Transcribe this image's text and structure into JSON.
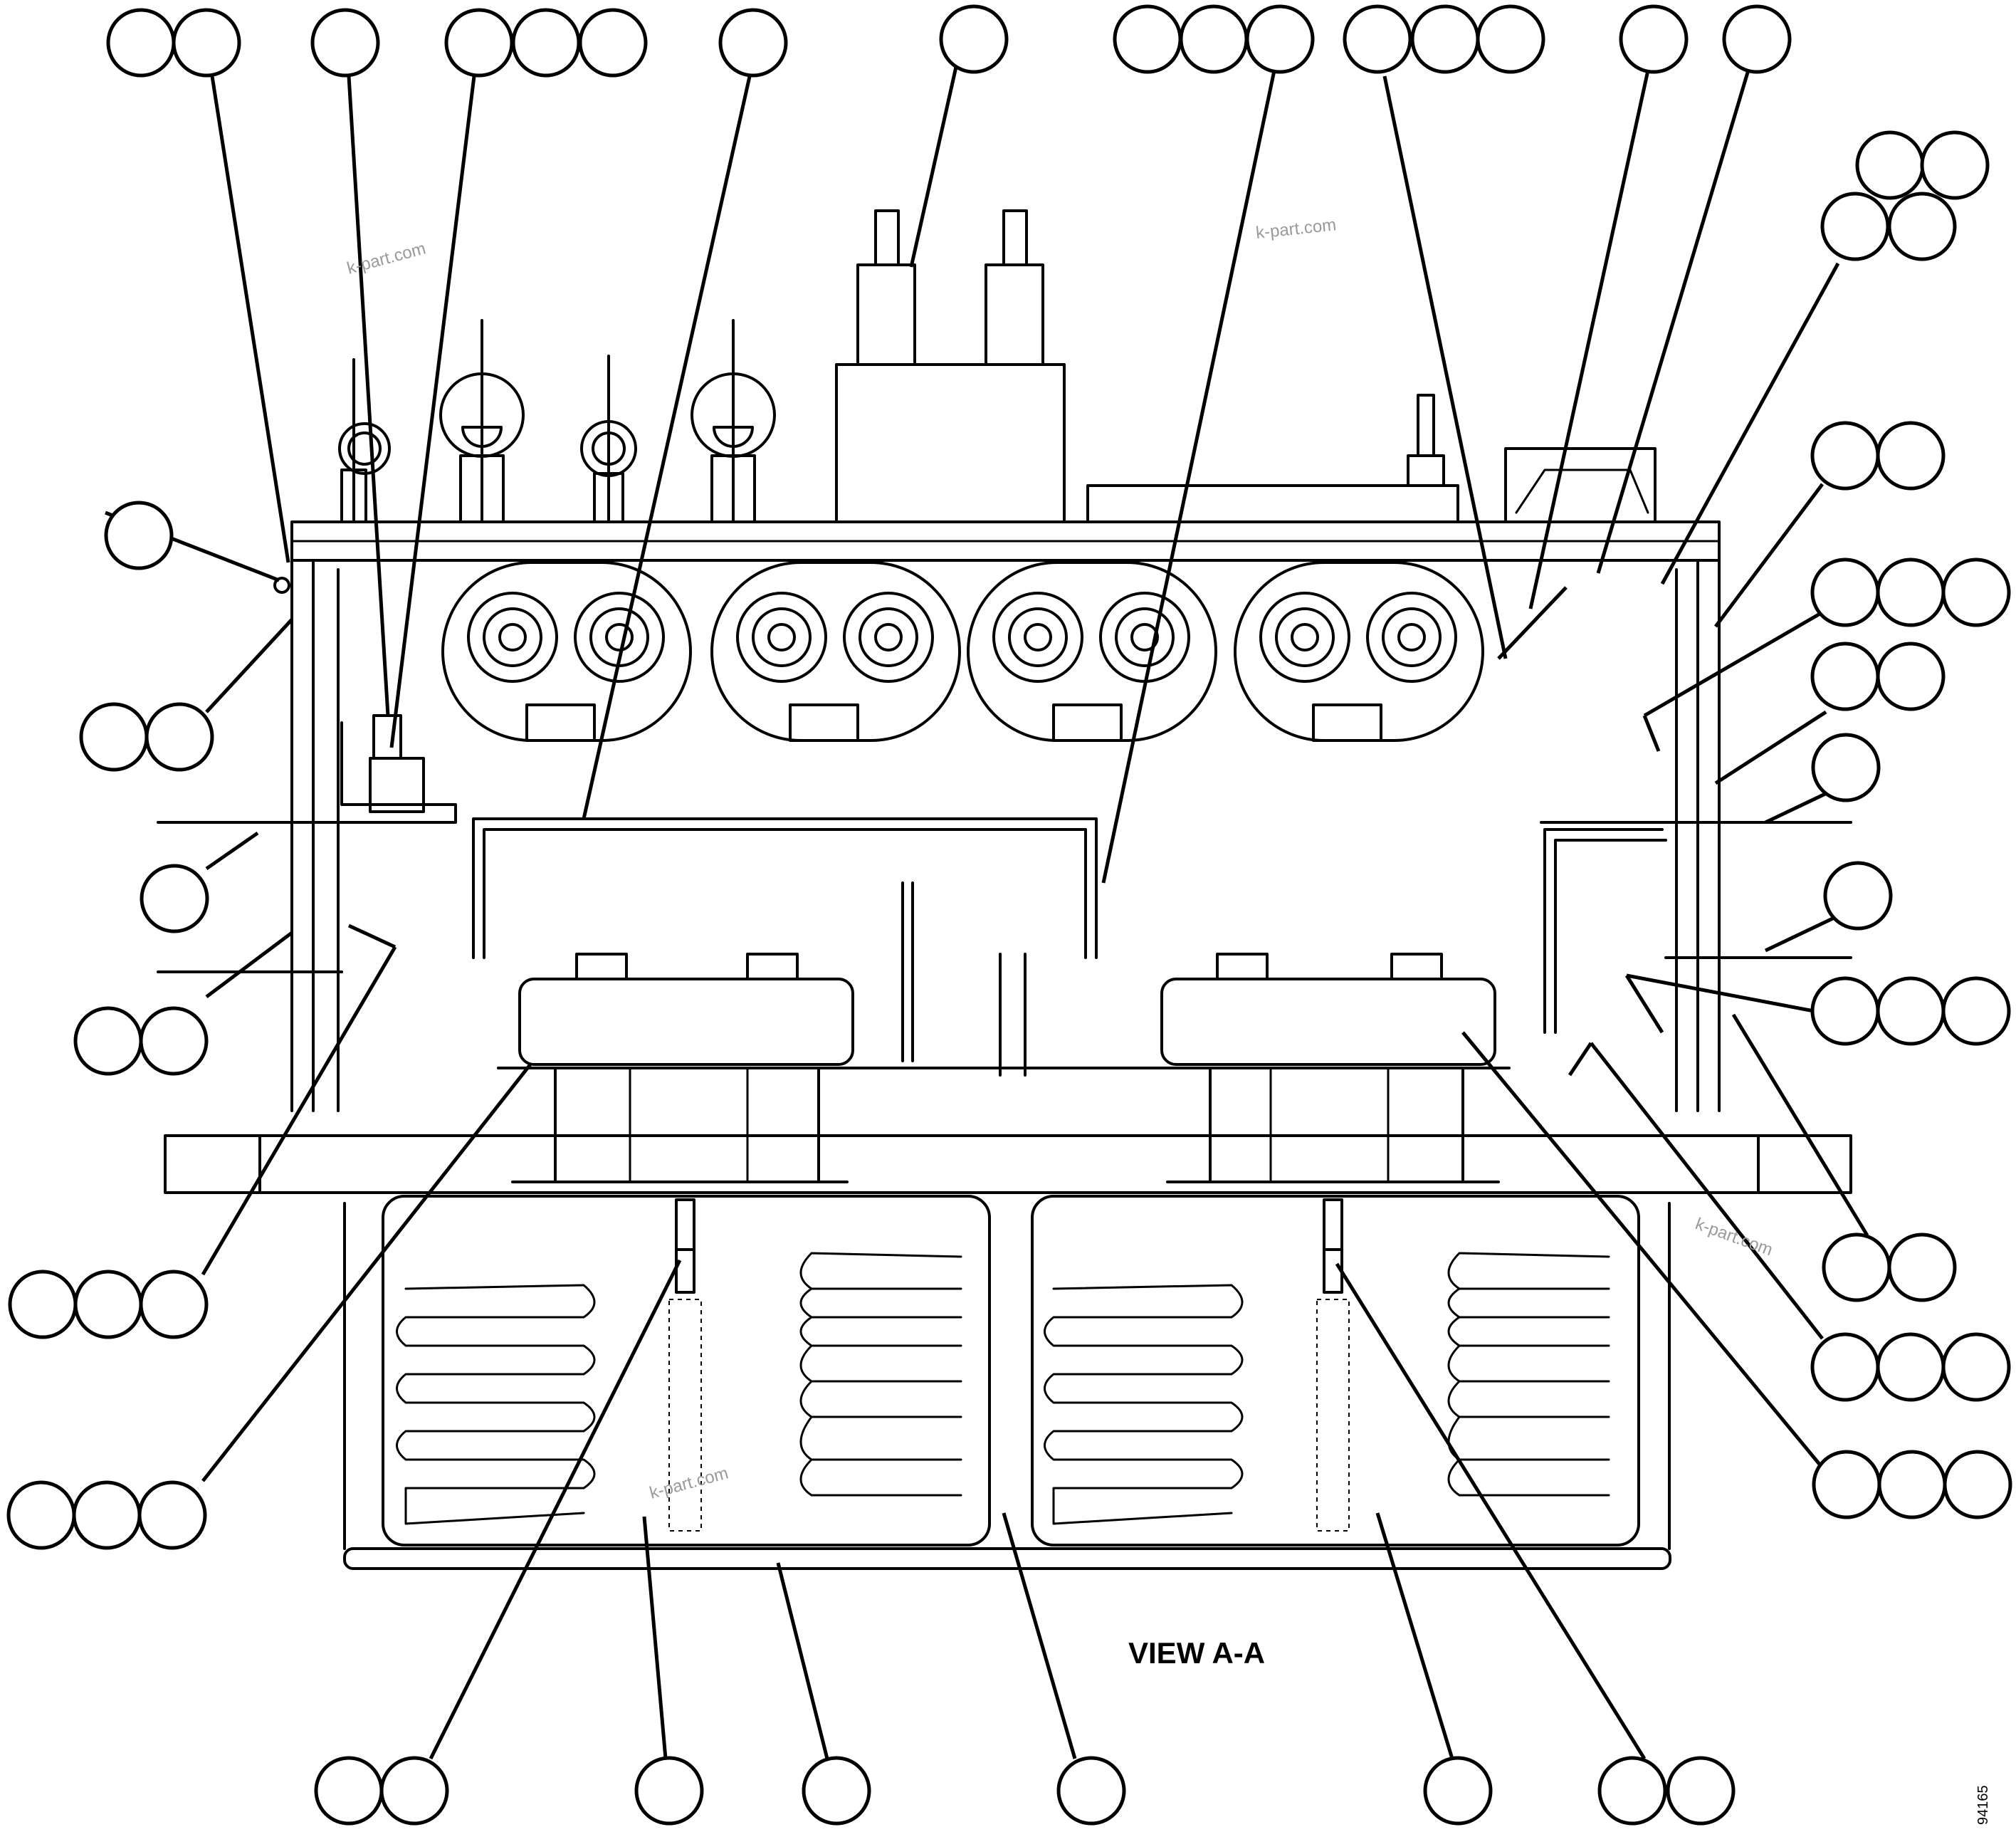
{
  "view_caption": "VIEW A-A",
  "drawing_number": "94165",
  "watermark": "k-part.com",
  "callout_groups": [
    {
      "id": "top-1",
      "count": 2
    },
    {
      "id": "top-2",
      "count": 1
    },
    {
      "id": "top-3",
      "count": 3
    },
    {
      "id": "top-4",
      "count": 1
    },
    {
      "id": "top-5",
      "count": 1
    },
    {
      "id": "top-6",
      "count": 3
    },
    {
      "id": "top-7",
      "count": 3
    },
    {
      "id": "top-8",
      "count": 1
    },
    {
      "id": "top-9",
      "count": 1
    },
    {
      "id": "right-1",
      "count": 4
    },
    {
      "id": "right-2",
      "count": 2
    },
    {
      "id": "right-3",
      "count": 3
    },
    {
      "id": "right-4",
      "count": 2
    },
    {
      "id": "right-5",
      "count": 1
    },
    {
      "id": "right-6",
      "count": 1
    },
    {
      "id": "right-7",
      "count": 3
    },
    {
      "id": "right-8",
      "count": 2
    },
    {
      "id": "right-9",
      "count": 3
    },
    {
      "id": "right-10",
      "count": 3
    },
    {
      "id": "left-1",
      "count": 1
    },
    {
      "id": "left-2",
      "count": 2
    },
    {
      "id": "left-3",
      "count": 1
    },
    {
      "id": "left-4",
      "count": 2
    },
    {
      "id": "left-5",
      "count": 3
    },
    {
      "id": "left-6",
      "count": 3
    },
    {
      "id": "bottom-1",
      "count": 2
    },
    {
      "id": "bottom-2",
      "count": 1
    },
    {
      "id": "bottom-3",
      "count": 1
    },
    {
      "id": "bottom-4",
      "count": 1
    },
    {
      "id": "bottom-5",
      "count": 1
    },
    {
      "id": "bottom-6",
      "count": 2
    }
  ]
}
